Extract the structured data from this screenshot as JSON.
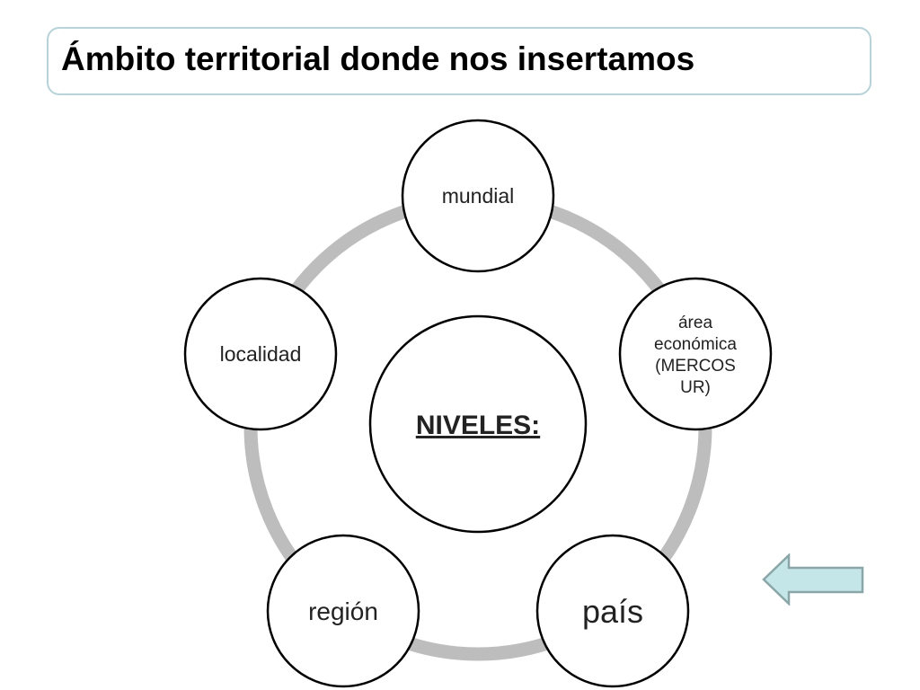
{
  "title": "Ámbito territorial donde nos insertamos",
  "center": {
    "label": "NIVELES:"
  },
  "nodes": [
    {
      "id": "mundial",
      "lines": [
        "mundial"
      ]
    },
    {
      "id": "area-economica",
      "lines": [
        "área",
        "económica",
        "(MERCOS",
        "UR)"
      ]
    },
    {
      "id": "pais",
      "lines": [
        "país"
      ]
    },
    {
      "id": "region",
      "lines": [
        "región"
      ]
    },
    {
      "id": "localidad",
      "lines": [
        "localidad"
      ]
    }
  ],
  "colors": {
    "ring": "#bdbdbd",
    "title_border": "#b7d3d9",
    "arrow_fill": "#c5e6e8",
    "arrow_stroke": "#8aa6a8"
  },
  "nav": {
    "back_arrow_icon": "left-arrow-icon"
  }
}
